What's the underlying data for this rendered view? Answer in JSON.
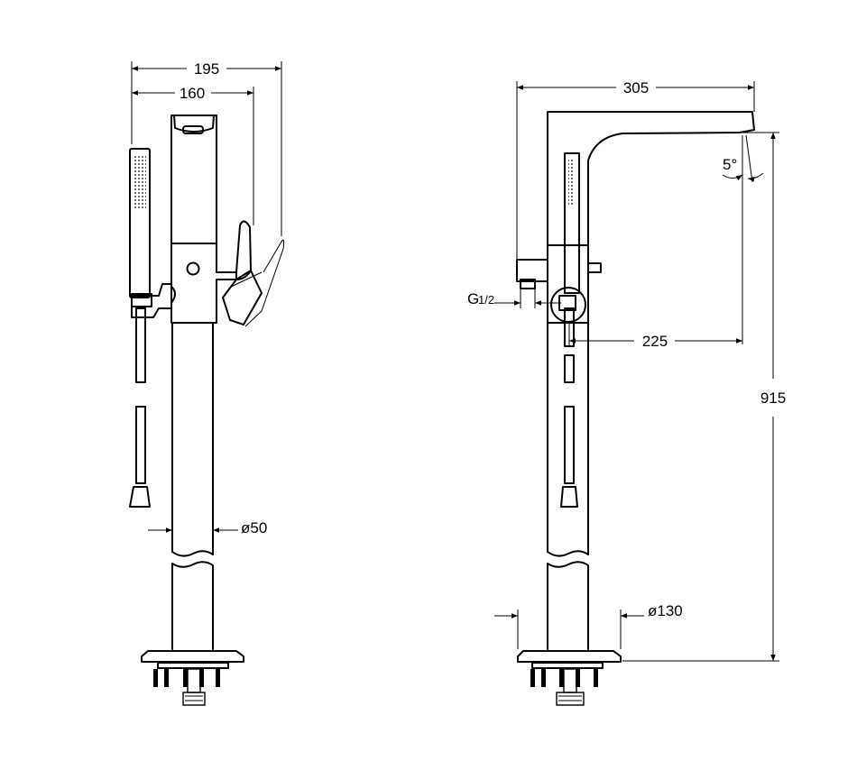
{
  "dimensions": {
    "width_total": "195",
    "width_body": "160",
    "pipe_diameter": "ø50",
    "reach": "305",
    "spout_angle": "5°",
    "g_label": "G",
    "g_half": "1/2",
    "hose_outlet": "225",
    "height": "915",
    "base_diameter": "ø130"
  }
}
